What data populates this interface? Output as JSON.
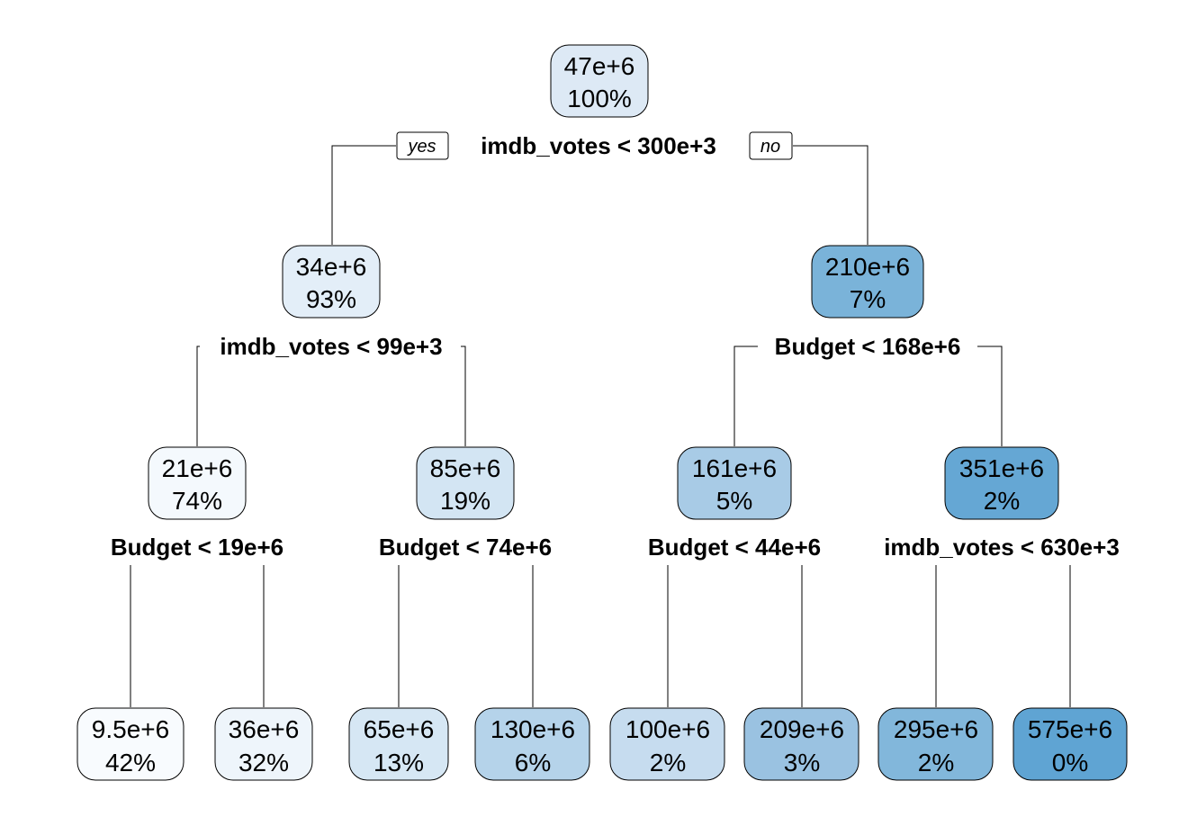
{
  "tree": {
    "branch_labels": {
      "yes": "yes",
      "no": "no"
    },
    "nodes": [
      {
        "id": "n1",
        "value": "47e+6",
        "percent": "100%",
        "color": "#dde9f5",
        "split": "imdb_votes < 300e+3"
      },
      {
        "id": "n2",
        "value": "34e+6",
        "percent": "93%",
        "color": "#e3eef8",
        "split": "imdb_votes < 99e+3"
      },
      {
        "id": "n3",
        "value": "210e+6",
        "percent": "7%",
        "color": "#7ab3d9",
        "split": "Budget < 168e+6"
      },
      {
        "id": "n4",
        "value": "21e+6",
        "percent": "74%",
        "color": "#f4f9fd",
        "split": "Budget < 19e+6"
      },
      {
        "id": "n5",
        "value": "85e+6",
        "percent": "19%",
        "color": "#d3e5f3",
        "split": "Budget < 74e+6"
      },
      {
        "id": "n6",
        "value": "161e+6",
        "percent": "5%",
        "color": "#a8cbe6",
        "split": "Budget < 44e+6"
      },
      {
        "id": "n7",
        "value": "351e+6",
        "percent": "2%",
        "color": "#65a7d4",
        "split": "imdb_votes < 630e+3"
      },
      {
        "id": "n8",
        "value": "9.5e+6",
        "percent": "42%",
        "color": "#f8fbfe",
        "split": ""
      },
      {
        "id": "n9",
        "value": "36e+6",
        "percent": "32%",
        "color": "#eef5fb",
        "split": ""
      },
      {
        "id": "n10",
        "value": "65e+6",
        "percent": "13%",
        "color": "#d6e7f4",
        "split": ""
      },
      {
        "id": "n11",
        "value": "130e+6",
        "percent": "6%",
        "color": "#b5d3ea",
        "split": ""
      },
      {
        "id": "n12",
        "value": "100e+6",
        "percent": "2%",
        "color": "#c6dcef",
        "split": ""
      },
      {
        "id": "n13",
        "value": "209e+6",
        "percent": "3%",
        "color": "#9ac2e1",
        "split": ""
      },
      {
        "id": "n14",
        "value": "295e+6",
        "percent": "2%",
        "color": "#82b7db",
        "split": ""
      },
      {
        "id": "n15",
        "value": "575e+6",
        "percent": "0%",
        "color": "#5fa4d3",
        "split": ""
      }
    ]
  }
}
